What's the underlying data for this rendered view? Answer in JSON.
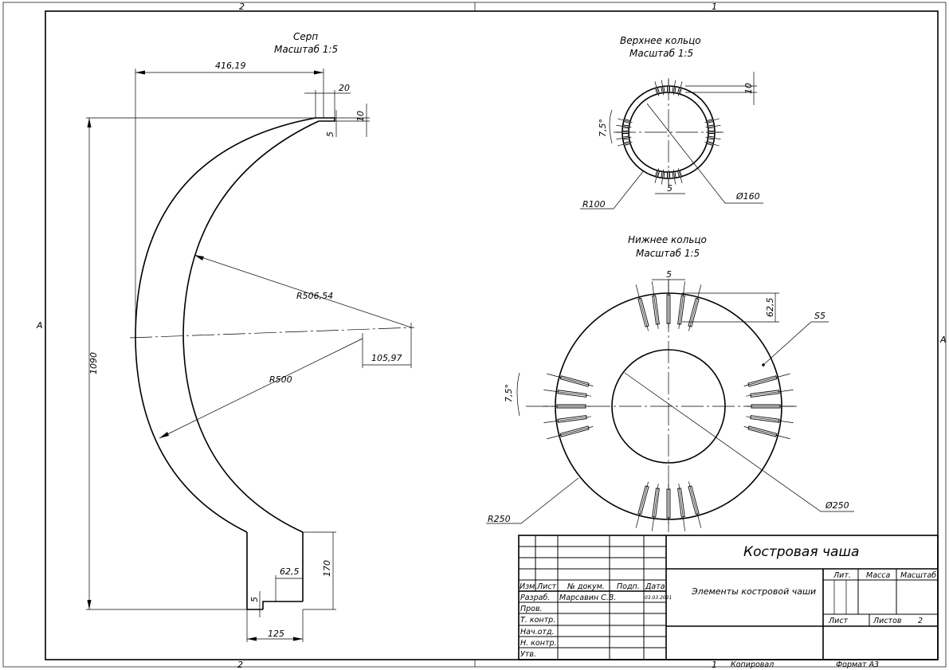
{
  "zones": {
    "col_left": "2",
    "col_right": "1",
    "row": "A"
  },
  "views": {
    "serp": {
      "title": "Серп",
      "scale": "Масштаб 1:5"
    },
    "upper_ring": {
      "title": "Верхнее кольцо",
      "scale": "Масштаб 1:5"
    },
    "lower_ring": {
      "title": "Нижнее кольцо",
      "scale": "Масштаб 1:5"
    }
  },
  "dimensions": {
    "serp": {
      "width_top": "416,19",
      "tip_width": "20",
      "tip_height": "10",
      "tip_offset": "5",
      "height": "1090",
      "r_outer": "R506,54",
      "r_inner": "R500",
      "center_offset": "105,97",
      "leg_height": "170",
      "notch_width": "62,5",
      "notch_gap": "5",
      "leg_width": "125"
    },
    "upper_ring": {
      "slot_depth": "10",
      "angle": "7,5°",
      "gap": "5",
      "radius": "R100",
      "diameter": "Ø160"
    },
    "lower_ring": {
      "gap": "5",
      "slot_depth": "62,5",
      "thickness": "S5",
      "angle": "7,5°",
      "radius": "R250",
      "diameter": "Ø250"
    }
  },
  "title_block": {
    "name": "Костровая чаша",
    "subject": "Элементы костровой чаши",
    "rows": {
      "izm": "Изм.",
      "list": "Лист",
      "doc": "№ докум.",
      "sign": "Подп.",
      "date": "Дата",
      "razrab": "Разраб.",
      "author": "Марсавин С.В.",
      "author_date": "03.03.2021",
      "prov": "Пров.",
      "tkontr": "Т. контр.",
      "nachotd": "Нач.отд.",
      "nkontr": "Н. контр.",
      "utv": "Утв."
    },
    "lit": "Лит.",
    "massa": "Масса",
    "masshtab": "Масштаб",
    "sheet_label": "Лист",
    "sheets_label": "Листов",
    "sheets_value": "2"
  },
  "footer": {
    "copied": "Копировал",
    "format": "Формат A3"
  }
}
